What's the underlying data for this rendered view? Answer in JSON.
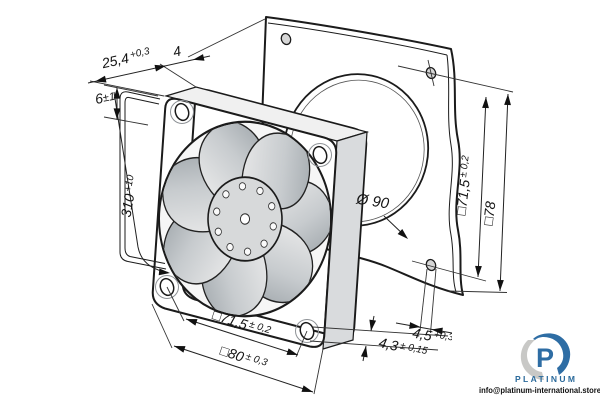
{
  "drawing_title": "axial-fan-dimension-drawing",
  "dims": {
    "depth": {
      "value": "25,4",
      "tol": "+0,3"
    },
    "flange_offset": {
      "value": "4"
    },
    "lead_exit": {
      "value": "6",
      "tol": "±1"
    },
    "lead_length": {
      "value": "310",
      "tol": "+10"
    },
    "hole_pitch_front": {
      "value": "□71,5",
      "tol": "± 0,2"
    },
    "frame_size": {
      "value": "□80",
      "tol": "± 0,3"
    },
    "cutout_diameter": {
      "value": "Ø 90"
    },
    "hole_pitch_plate": {
      "value": "□71,5",
      "tol": "± 0,2"
    },
    "plate_size": {
      "value": "□78"
    },
    "plate_hole_dia": {
      "value": "4,5",
      "tol": "+0,3"
    },
    "flange_hole_dia": {
      "value": "4,3",
      "tol": "± 0,15"
    }
  },
  "watermark": {
    "brand": "PLATINUM",
    "email": "info@platinum-international.store"
  },
  "colors": {
    "logo_blue": "#2e6da4",
    "logo_gray": "#c8c8c6",
    "line_black": "#1b1b1b",
    "plate_gray": "#e8e9e9"
  }
}
